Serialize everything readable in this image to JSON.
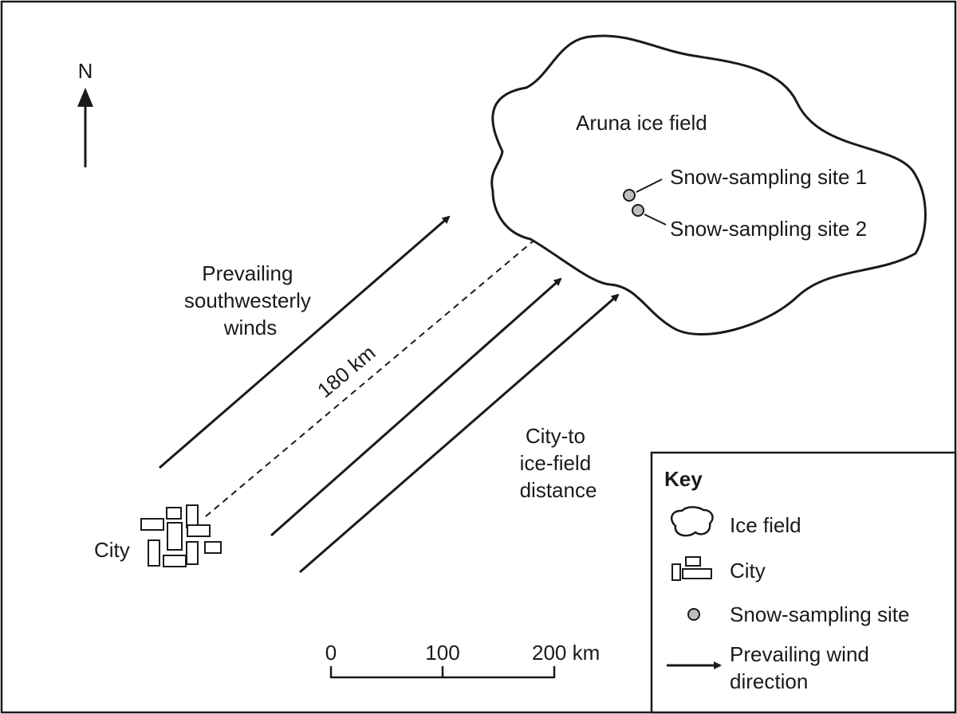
{
  "north_label": "N",
  "ice_field": {
    "name": "Aruna ice field",
    "sites": [
      "Snow-sampling site 1",
      "Snow-sampling site 2"
    ]
  },
  "wind_label": [
    "Prevailing",
    "southwesterly",
    "winds"
  ],
  "distance": {
    "value_label": "180 km",
    "caption": [
      "City-to",
      "ice-field",
      "distance"
    ]
  },
  "city_label": "City",
  "scale_bar": {
    "ticks": [
      "0",
      "100",
      "200 km"
    ]
  },
  "key": {
    "title": "Key",
    "items": {
      "ice_field": "Ice field",
      "city": "City",
      "site": "Snow-sampling site",
      "wind": [
        "Prevailing wind",
        "direction"
      ]
    }
  },
  "colors": {
    "stroke": "#1a1a1a",
    "site_fill": "#bdbdbd",
    "background": "#ffffff"
  }
}
